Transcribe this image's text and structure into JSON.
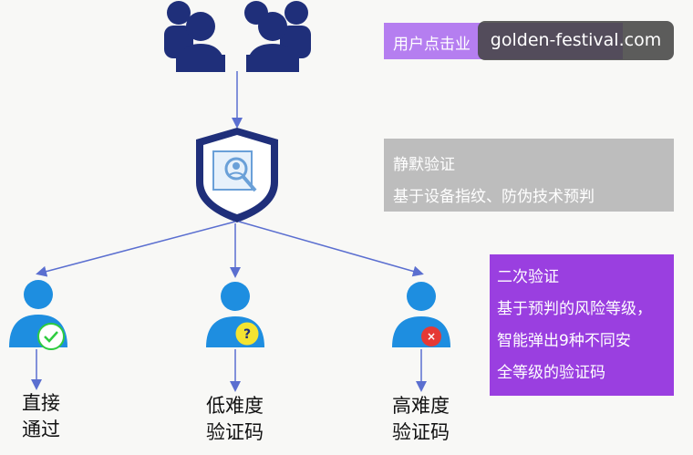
{
  "top_box": {
    "text": "用户点击业"
  },
  "watermark": {
    "text": "golden-festival.com"
  },
  "static_box": {
    "title": "静默验证",
    "desc": "基于设备指纹、防伪技术预判"
  },
  "secondary_box": {
    "lines": [
      "二次验证",
      "基于预判的风险等级，",
      "智能弹出9种不同安",
      "全等级的验证码"
    ]
  },
  "outcomes": [
    {
      "lines": [
        "直接",
        "通过"
      ],
      "badge": "✓",
      "badge_color": "#2ecc40"
    },
    {
      "lines": [
        "低难度",
        "验证码"
      ],
      "badge": "?",
      "badge_color": "#f5e431"
    },
    {
      "lines": [
        "高难度",
        "验证码"
      ],
      "badge": "×",
      "badge_color": "#e53935"
    }
  ],
  "colors": {
    "user_icon": "#1f2f7a",
    "shield": "#1f2f7a",
    "person": "#1e8ee0",
    "arrow": "#5b6fd0"
  },
  "icons": [
    "users-group-icon",
    "shield-scan-icon",
    "person-icon"
  ]
}
